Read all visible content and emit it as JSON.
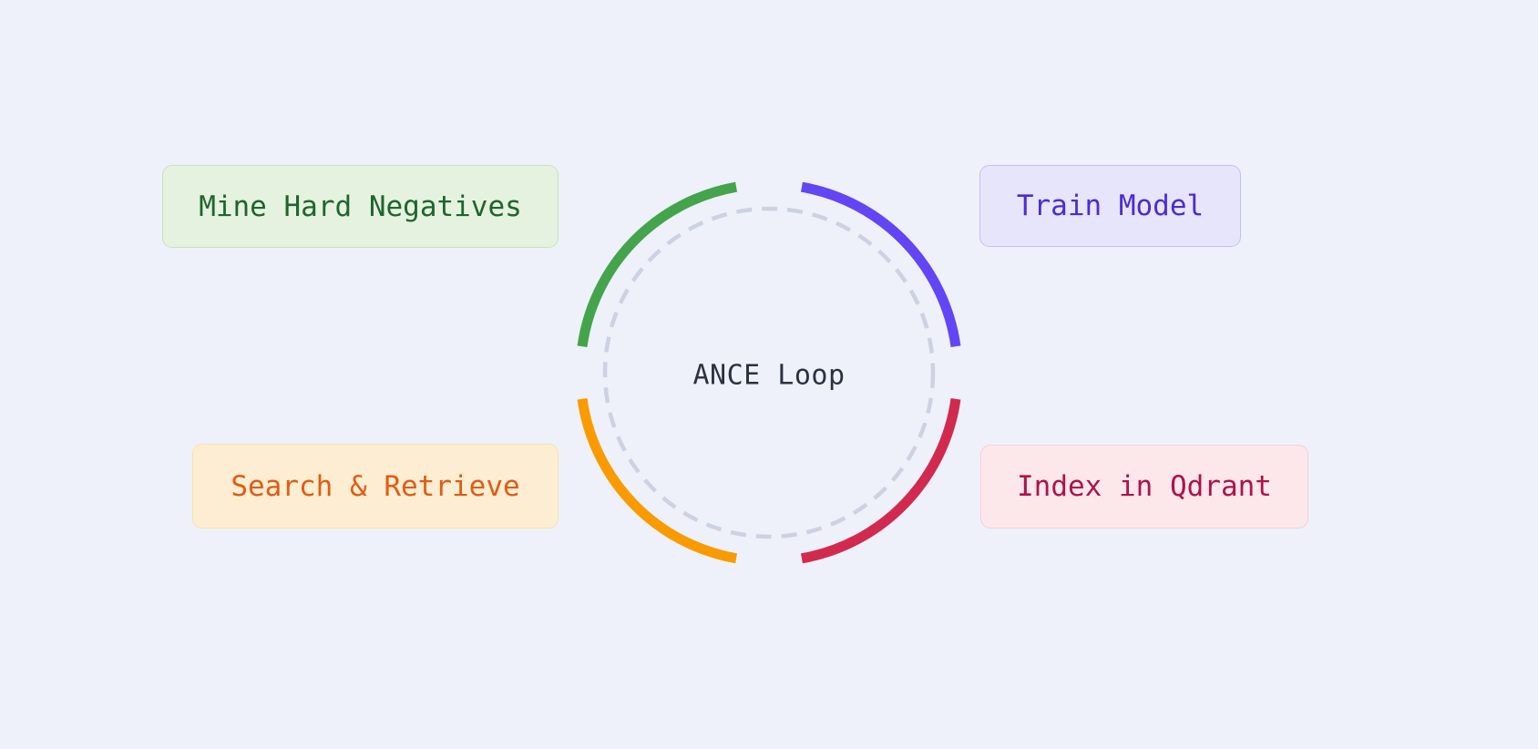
{
  "colors": {
    "background": "#eef1fa",
    "dashed_circle": "#ccd2e2",
    "center_text": "#2b3140"
  },
  "loop": {
    "center_label": "ANCE Loop"
  },
  "arcs": [
    {
      "name": "mine-hard-negatives-arc",
      "color": "#43a44b"
    },
    {
      "name": "train-model-arc",
      "color": "#6345f4"
    },
    {
      "name": "search-retrieve-arc",
      "color": "#f99b00"
    },
    {
      "name": "index-qdrant-arc",
      "color": "#d22a4e"
    }
  ],
  "nodes": [
    {
      "label": "Mine Hard Negatives",
      "fill": "#e5f2e0",
      "border": "#c6e3bb",
      "text_color": "#1f652c"
    },
    {
      "label": "Train Model",
      "fill": "#e6e5fb",
      "border": "#c5c0f0",
      "text_color": "#4c2bd3"
    },
    {
      "label": "Search & Retrieve",
      "fill": "#fdeed3",
      "border": "#fae0ac",
      "text_color": "#e05c12"
    },
    {
      "label": "Index in Qdrant",
      "fill": "#fce8eb",
      "border": "#f7cfd7",
      "text_color": "#ac134a"
    }
  ]
}
